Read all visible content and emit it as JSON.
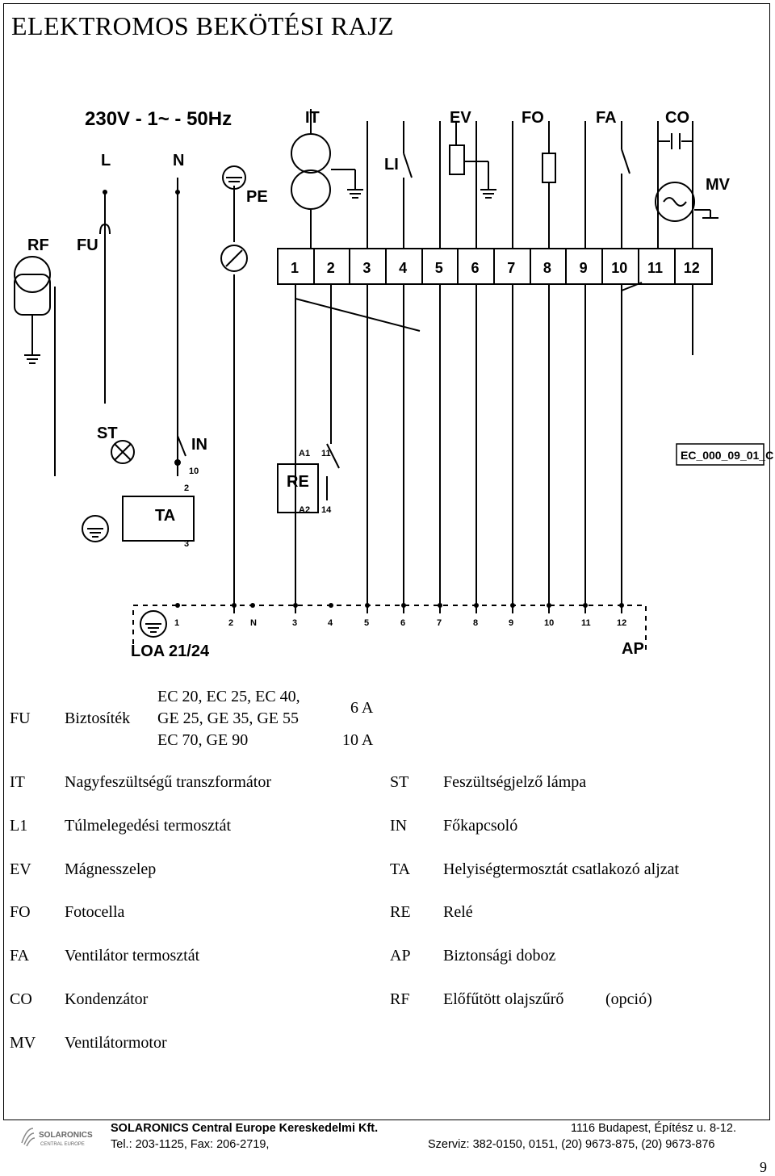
{
  "title": "ELEKTROMOS BEKÖTÉSI RAJZ",
  "diagram": {
    "supply": "230V - 1~ - 50Hz",
    "labels": {
      "L": "L",
      "N": "N",
      "PE": "PE",
      "RF": "RF",
      "FU": "FU",
      "IT": "IT",
      "LI": "LI",
      "EV": "EV",
      "FO": "FO",
      "FA": "FA",
      "CO": "CO",
      "MV": "MV",
      "ST": "ST",
      "IN": "IN",
      "TA": "TA",
      "RE": "RE",
      "A1": "A1",
      "A2": "A2",
      "r11": "11",
      "r14": "14",
      "in10": "10",
      "ta2": "2",
      "ta3": "3",
      "LOA": "LOA 21/24",
      "AP": "AP",
      "code": "EC_000_09_01_C"
    },
    "terminals_top": [
      "1",
      "2",
      "3",
      "4",
      "5",
      "6",
      "7",
      "8",
      "9",
      "10",
      "11",
      "12"
    ],
    "terminals_bottom": [
      "1",
      "2",
      "N",
      "3",
      "4",
      "5",
      "6",
      "7",
      "8",
      "9",
      "10",
      "11",
      "12"
    ]
  },
  "fuse": {
    "code": "FU",
    "name": "Biztosíték",
    "models": [
      "EC 20, EC 25, EC 40,",
      "GE 25, GE 35, GE 55",
      "EC 70, GE 90"
    ],
    "ratings": [
      "6 A",
      "10 A"
    ]
  },
  "legend": [
    {
      "c1": "IT",
      "d1": "Nagyfeszültségű transzformátor",
      "c2": "ST",
      "d2": "Feszültségjelző lámpa"
    },
    {
      "c1": "L1",
      "d1": "Túlmelegedési termosztát",
      "c2": "IN",
      "d2": "Főkapcsoló"
    },
    {
      "c1": "EV",
      "d1": "Mágnesszelep",
      "c2": "TA",
      "d2": "Helyiségtermosztát csatlakozó aljzat"
    },
    {
      "c1": "FO",
      "d1": "Fotocella",
      "c2": "RE",
      "d2": "Relé"
    },
    {
      "c1": "FA",
      "d1": "Ventilátor termosztát",
      "c2": "AP",
      "d2": "Biztonsági doboz"
    },
    {
      "c1": "CO",
      "d1": "Kondenzátor",
      "c2": "RF",
      "d2": "Előfűtött olajszűrő",
      "d2b": "(opció)"
    },
    {
      "c1": "MV",
      "d1": "Ventilátormotor",
      "c2": "",
      "d2": ""
    }
  ],
  "footer": {
    "logo_text": "SOLARONICS",
    "logo_sub": "CENTRAL EUROPE",
    "company": "SOLARONICS Central Europe Kereskedelmi Kft.",
    "address": "1116 Budapest, Építész u. 8-12.",
    "phone": "Tel.: 203-1125, Fax: 206-2719,",
    "service": "Szerviz: 382-0150, 0151, (20) 9673-875, (20) 9673-876"
  },
  "page_number": "9"
}
